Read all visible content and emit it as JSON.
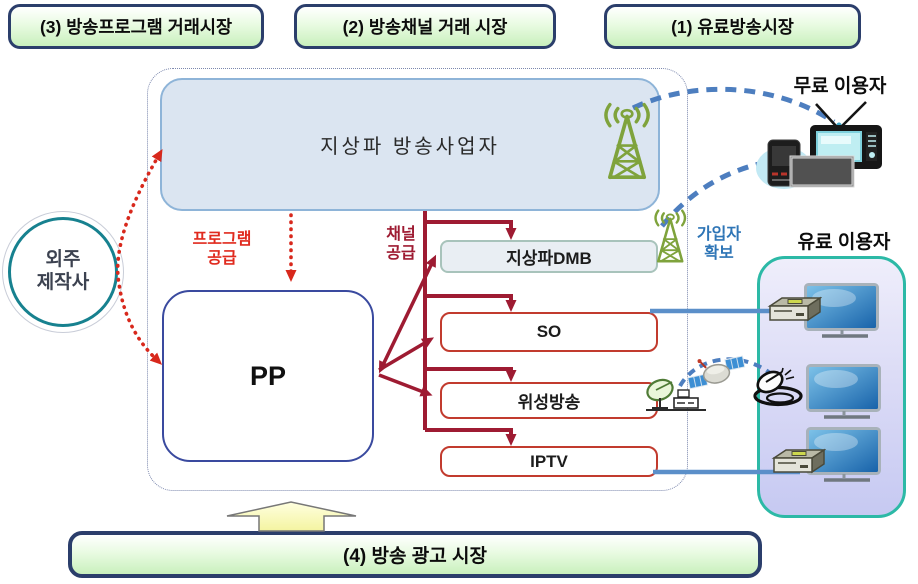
{
  "markets": {
    "m3": "(3) 방송프로그램 거래시장",
    "m2": "(2) 방송채널 거래 시장",
    "m1": "(1) 유료방송시장",
    "m4": "(4) 방송 광고 시장"
  },
  "nodes": {
    "terrestrial": {
      "label": "지상파 방송사업자"
    },
    "outsourced_producer": {
      "line1": "외주",
      "line2": "제작사"
    },
    "pp": {
      "label": "PP"
    },
    "dmb": {
      "label": "지상파DMB"
    },
    "so": {
      "label": "SO"
    },
    "satellite_tv": {
      "label": "위성방송"
    },
    "iptv": {
      "label": "IPTV"
    }
  },
  "flow_labels": {
    "program_supply": {
      "line1": "프로그램",
      "line2": "공급"
    },
    "channel_supply": {
      "line1": "채널",
      "line2": "공급"
    },
    "subscriber_acquisition": {
      "line1": "가입자",
      "line2": "확보"
    }
  },
  "user_labels": {
    "free_users": "무료 이용자",
    "paid_users": "유료 이용자"
  },
  "colors": {
    "market_box_border": "#2b3e6b",
    "market_box_fill": "#c9f0bd",
    "terrestrial_fill": "#dbe5f1",
    "terrestrial_border": "#8eb4d8",
    "dark_red_arrow": "#9e1b32",
    "bright_red_dotted": "#d8281c",
    "blue_dashed": "#4d7ebf",
    "blue_connector": "#5b8fc9",
    "platform_red_border": "#c23b2e",
    "dmb_fill": "#e9eef3",
    "pp_border": "#3a4a9f",
    "circle_border": "#17818f",
    "panel_border": "#2cb9a6",
    "subscriber_label_color": "#2e75b6",
    "tower_green": "#7fa33c",
    "up_arrow_fill": "#fbfbc0"
  }
}
